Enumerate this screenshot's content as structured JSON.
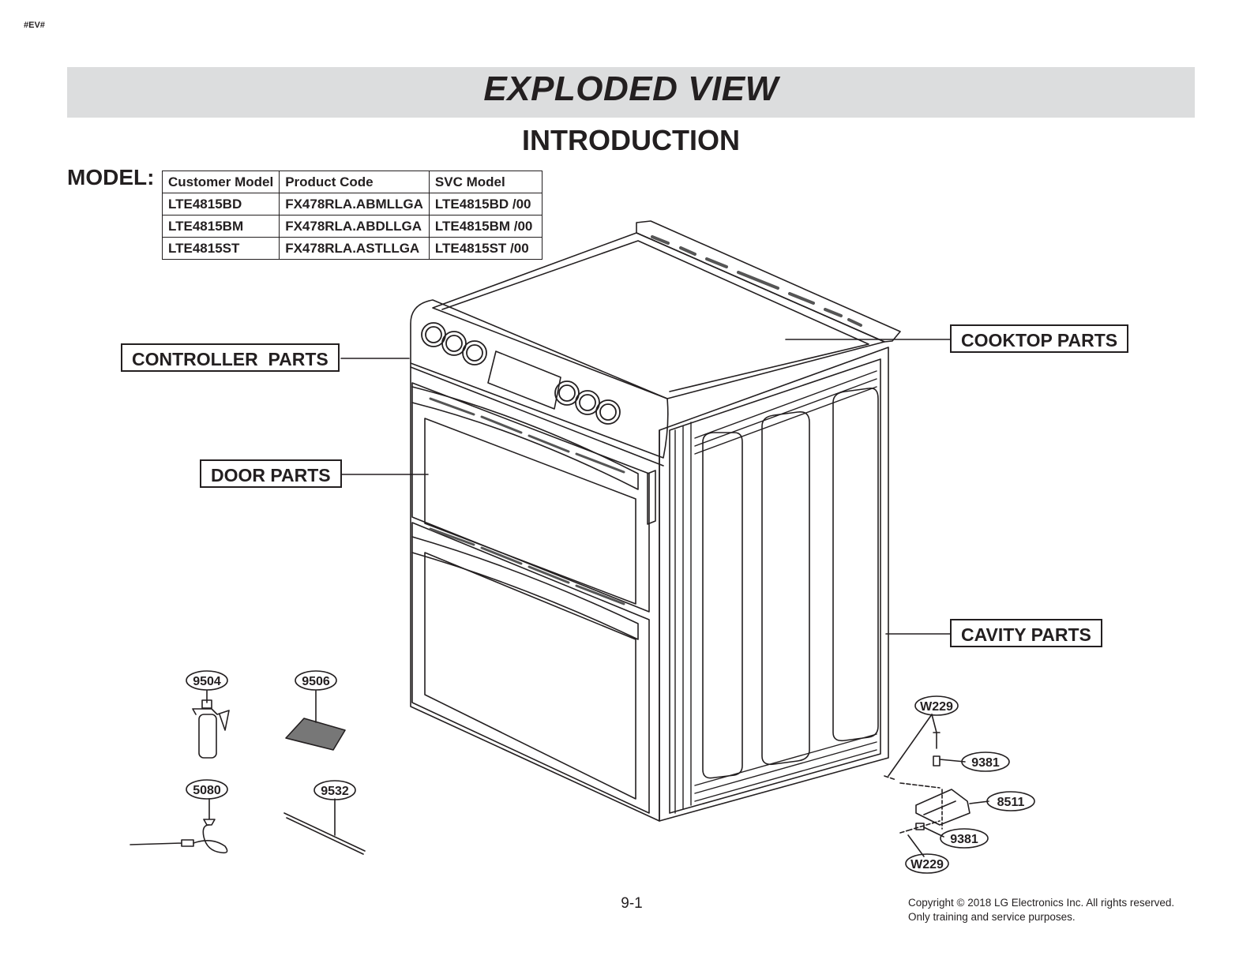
{
  "header": {
    "tag": "#EV#",
    "title": "EXPLODED VIEW",
    "subtitle": "INTRODUCTION"
  },
  "model_table": {
    "label": "MODEL:",
    "columns": [
      "Customer Model",
      "Product Code",
      "SVC Model"
    ],
    "rows": [
      [
        "LTE4815BD",
        "FX478RLA.ABMLLGA",
        "LTE4815BD /00"
      ],
      [
        "LTE4815BM",
        "FX478RLA.ABDLLGA",
        "LTE4815BM /00"
      ],
      [
        "LTE4815ST",
        "FX478RLA.ASTLLGA",
        "LTE4815ST /00"
      ]
    ]
  },
  "callouts": {
    "cooktop": "COOKTOP PARTS",
    "controller": "CONTROLLER  PARTS",
    "door": "DOOR PARTS",
    "cavity": "CAVITY PARTS"
  },
  "part_numbers": {
    "spray_bottle": "9504",
    "pad": "9506",
    "probe": "5080",
    "rod": "9532",
    "screw_top": "W229",
    "spacer_top": "9381",
    "bracket": "8511",
    "spacer_bottom": "9381",
    "screw_bottom": "W229"
  },
  "footer": {
    "page": "9-1",
    "copyright_line1": "Copyright © 2018 LG Electronics Inc. All rights reserved.",
    "copyright_line2": "Only training and service purposes."
  }
}
